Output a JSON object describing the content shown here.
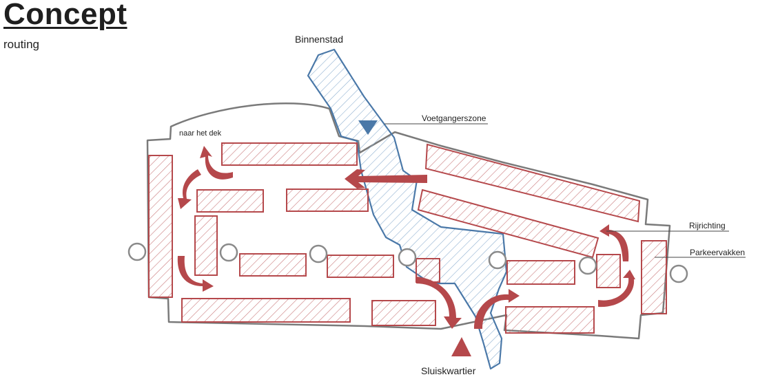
{
  "header": {
    "title": "Concept",
    "subtitle": "routing"
  },
  "labels": {
    "binnenstad": "Binnenstad",
    "voetgangerszone": "Voetgangerszone",
    "naar_het_dek": "naar het dek",
    "rijrichting": "Rijrichting",
    "parkeervakken": "Parkeervakken",
    "sluiskwartier": "Sluiskwartier"
  },
  "colors": {
    "parking_red": "#b5484b",
    "pedestrian_blue": "#4a78a8",
    "outline_grey": "#7a7a7a"
  }
}
